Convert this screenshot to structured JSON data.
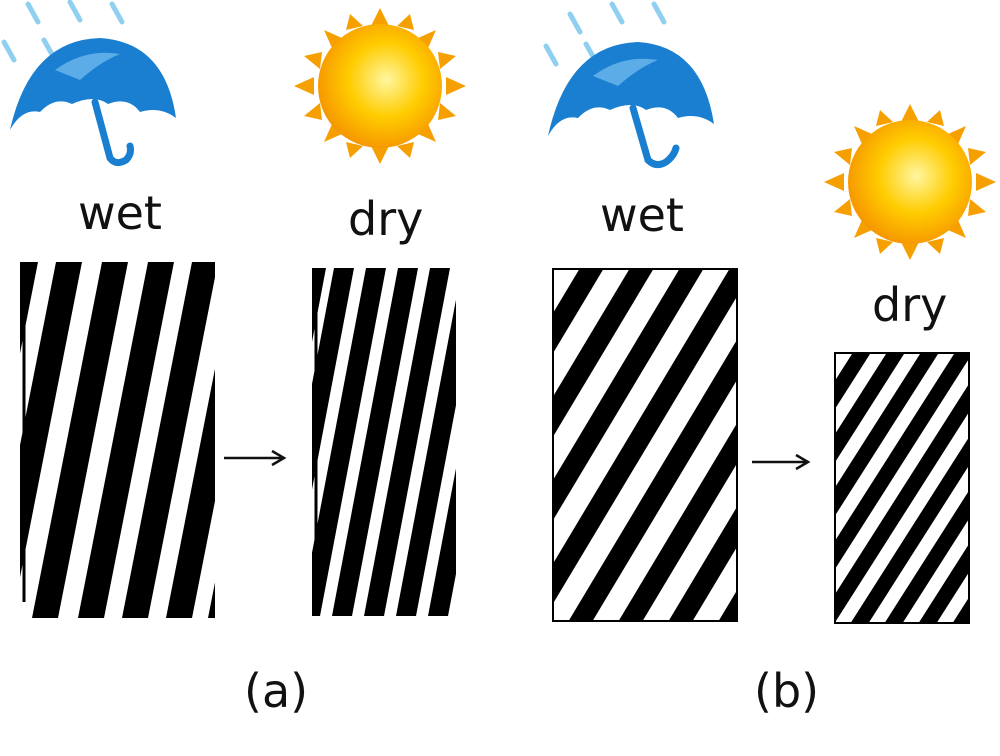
{
  "panel_a": {
    "wet_label": "wet",
    "dry_label": "dry",
    "caption": "(a)",
    "wet_icon": "umbrella-rain-icon",
    "dry_icon": "sun-icon"
  },
  "panel_b": {
    "wet_label": "wet",
    "dry_label": "dry",
    "caption": "(b)",
    "wet_icon": "umbrella-rain-icon",
    "dry_icon": "sun-icon"
  },
  "colors": {
    "stripe": "#000000",
    "umbrella": "#1a7fd0",
    "rain": "#8fd0f0",
    "sun_core": "#ffcc00",
    "sun_rays": "#f5a000"
  }
}
